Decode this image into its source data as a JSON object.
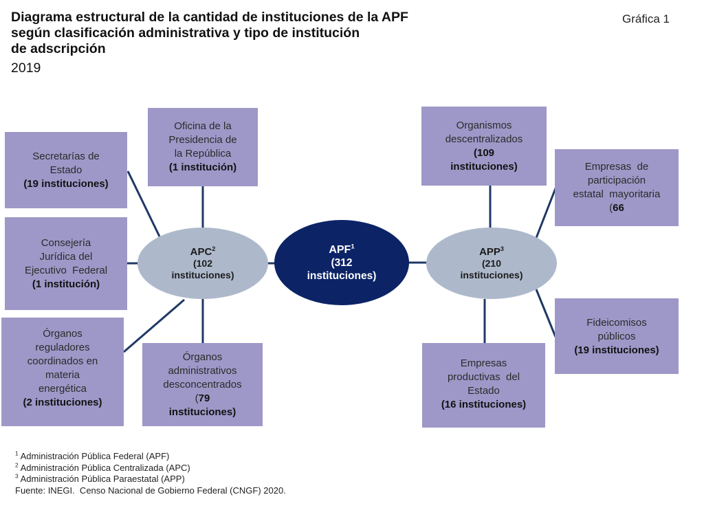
{
  "header": {
    "title_lines": [
      "Diagrama estructural de la cantidad de instituciones de la APF",
      "según clasificación administrativa y tipo de institución",
      "de adscripción"
    ],
    "year": "2019",
    "figure_label": "Gráfica 1"
  },
  "colors": {
    "box_fill": "#9e98c8",
    "side_ellipse_fill": "#adb9cb",
    "center_ellipse_fill": "#0c2366",
    "connector": "#1f3864"
  },
  "center": {
    "abbr": "APF",
    "note": "1",
    "count_open": "(312",
    "count_close": "instituciones)"
  },
  "apc": {
    "abbr": "APC",
    "note": "2",
    "count_open": "(102",
    "count_close": "instituciones)",
    "children": [
      {
        "label_lines": [
          "Secretarías de",
          "Estado"
        ],
        "count": "(19 instituciones)"
      },
      {
        "label_lines": [
          "Oficina de la",
          "Presidencia de",
          "la República"
        ],
        "count": "(1 institución)"
      },
      {
        "label_lines": [
          "Consejería",
          "Jurídica del",
          "Ejecutivo  Federal"
        ],
        "count": "(1 institución)"
      },
      {
        "label_lines": [
          "Órganos",
          "reguladores",
          "coordinados en",
          "materia",
          "energética"
        ],
        "count": "(2 instituciones)"
      },
      {
        "label_lines": [
          "Órganos",
          "administrativos",
          "desconcentrados"
        ],
        "count_prefix": "(",
        "count_num": "79",
        "count_line2": "instituciones)"
      }
    ]
  },
  "app": {
    "abbr": "APP",
    "note": "3",
    "count_open": "(210",
    "count_close": "instituciones)",
    "children": [
      {
        "label_lines": [
          "Organismos",
          "descentralizados"
        ],
        "count": "(109",
        "count_line2": "instituciones)"
      },
      {
        "label_lines": [
          "Empresas  de",
          "participación",
          "estatal  mayoritaria"
        ],
        "count_prefix": "(",
        "count_num": "66"
      },
      {
        "label_lines": [
          "Fideicomisos",
          "públicos"
        ],
        "count": "(19 instituciones)"
      },
      {
        "label_lines": [
          "Empresas",
          "productivas  del",
          "Estado"
        ],
        "count": "(16 instituciones)"
      }
    ]
  },
  "footnotes": [
    {
      "mark": "1",
      "text": "Administración Pública Federal (APF)"
    },
    {
      "mark": "2",
      "text": "Administración Pública Centralizada (APC)"
    },
    {
      "mark": "3",
      "text": "Administración Pública Paraestatal (APP)"
    }
  ],
  "source": "Fuente: INEGI.  Censo Nacional de Gobierno Federal (CNGF) 2020."
}
